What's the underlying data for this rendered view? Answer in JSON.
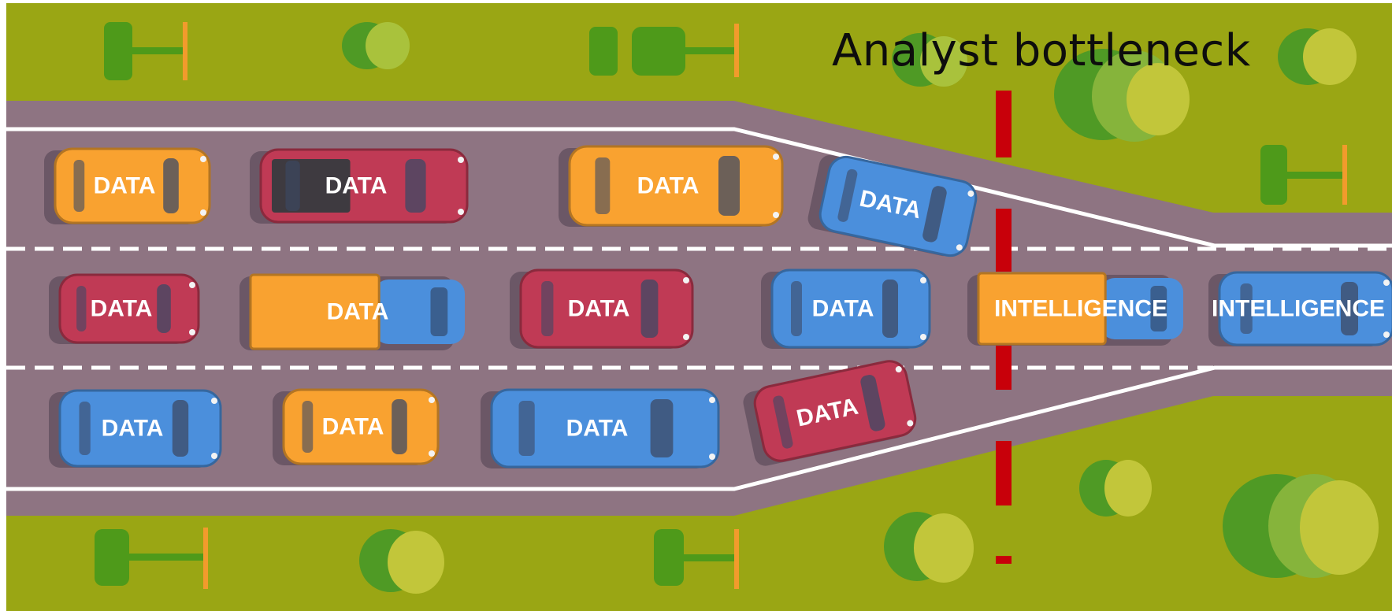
{
  "title": "Analyst bottleneck",
  "colors": {
    "grass": "#9aa614",
    "road": "#8e7482",
    "lane_line": "#ffffff",
    "bottleneck": "#c8000a",
    "orange": "#f9a230",
    "red": "#c03a55",
    "blue": "#4b8fdc"
  },
  "vehicles": [
    {
      "label": "DATA",
      "kind": "car",
      "color": "orange"
    },
    {
      "label": "DATA",
      "kind": "pickup",
      "color": "red"
    },
    {
      "label": "DATA",
      "kind": "van",
      "color": "orange"
    },
    {
      "label": "DATA",
      "kind": "car",
      "color": "blue"
    },
    {
      "label": "DATA",
      "kind": "car",
      "color": "red"
    },
    {
      "label": "DATA",
      "kind": "truck",
      "color": "orange"
    },
    {
      "label": "DATA",
      "kind": "car",
      "color": "red"
    },
    {
      "label": "DATA",
      "kind": "car",
      "color": "blue"
    },
    {
      "label": "DATA",
      "kind": "car",
      "color": "blue"
    },
    {
      "label": "DATA",
      "kind": "car",
      "color": "orange"
    },
    {
      "label": "DATA",
      "kind": "van",
      "color": "blue"
    },
    {
      "label": "DATA",
      "kind": "car",
      "color": "red"
    },
    {
      "label": "INTELLIGENCE",
      "kind": "truck",
      "color": "orange"
    },
    {
      "label": "INTELLIGENCE",
      "kind": "car",
      "color": "blue"
    }
  ],
  "icons": [
    "tree-icon",
    "bench-icon",
    "bush-icon"
  ]
}
